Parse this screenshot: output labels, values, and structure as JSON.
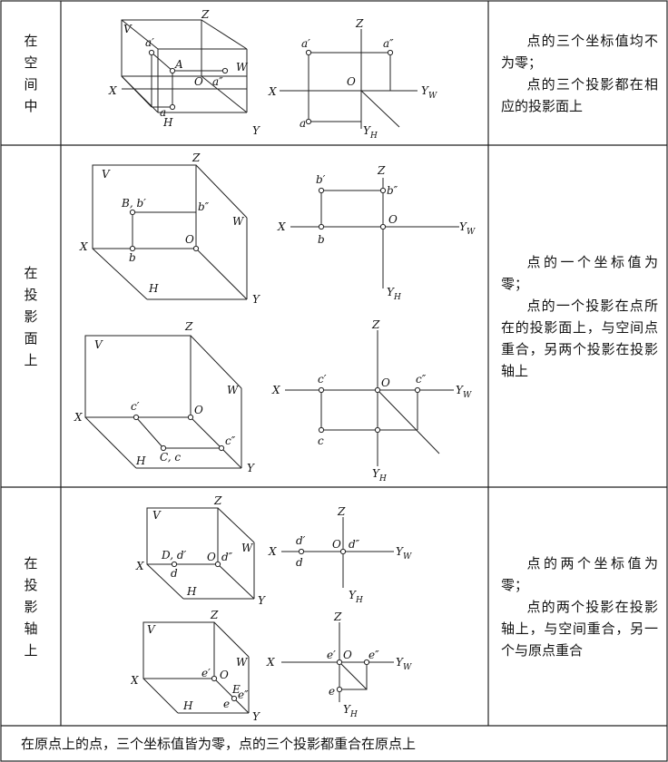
{
  "rows": [
    {
      "category": [
        "在",
        "空",
        "间",
        "中"
      ],
      "description": [
        "点的三个坐标值均不为零；",
        "点的三个投影都在相应的投影面上"
      ],
      "diagrams": [
        {
          "box_labels": {
            "V": "V",
            "Z": "Z",
            "X": "X",
            "Y": "Y",
            "W": "W",
            "H": "H",
            "O": "O"
          },
          "point_labels": {
            "front": "a′",
            "space": "A",
            "side": "a″",
            "top": "a"
          },
          "proj_labels": {
            "Z": "Z",
            "X": "X",
            "O": "O",
            "YW": "Y",
            "YW_sub": "W",
            "YH": "Y",
            "YH_sub": "H",
            "front": "a′",
            "side": "a″",
            "top": "a"
          }
        }
      ]
    },
    {
      "category": [
        "在",
        "投",
        "影",
        "面",
        "上"
      ],
      "description": [
        "点的一个坐标值为零；",
        "点的一个投影在点所在的投影面上，与空间点重合，另两个投影在投影轴上"
      ],
      "diagrams": [
        {
          "box_labels": {
            "V": "V",
            "Z": "Z",
            "X": "X",
            "Y": "Y",
            "W": "W",
            "H": "H",
            "O": "O"
          },
          "point_labels": {
            "front": "B, b′",
            "side": "b″",
            "top": "b"
          },
          "proj_labels": {
            "Z": "Z",
            "X": "X",
            "O": "O",
            "YW": "Y",
            "YW_sub": "W",
            "YH": "Y",
            "YH_sub": "H",
            "front": "b′",
            "side": "b″",
            "top": "b"
          }
        },
        {
          "box_labels": {
            "V": "V",
            "Z": "Z",
            "X": "X",
            "Y": "Y",
            "W": "W",
            "H": "H",
            "O": "O"
          },
          "point_labels": {
            "front": "c′",
            "side": "c″",
            "top": "C, c"
          },
          "proj_labels": {
            "Z": "Z",
            "X": "X",
            "O": "O",
            "YW": "Y",
            "YW_sub": "W",
            "YH": "Y",
            "YH_sub": "H",
            "front": "c′",
            "side": "c″",
            "top": "c"
          }
        }
      ]
    },
    {
      "category": [
        "在",
        "投",
        "影",
        "轴",
        "上"
      ],
      "description": [
        "点的两个坐标值为零；",
        "点的两个投影在投影轴上，与空间重合，另一个与原点重合"
      ],
      "diagrams": [
        {
          "box_labels": {
            "V": "V",
            "Z": "Z",
            "X": "X",
            "Y": "Y",
            "W": "W",
            "H": "H",
            "O": "O"
          },
          "point_labels": {
            "space": "D, d′",
            "top": "d",
            "side": "d″"
          },
          "proj_labels": {
            "Z": "Z",
            "X": "X",
            "O": "O",
            "YW": "Y",
            "YW_sub": "W",
            "YH": "Y",
            "YH_sub": "H",
            "front": "d′",
            "top": "d",
            "side": "d″"
          }
        },
        {
          "box_labels": {
            "V": "V",
            "Z": "Z",
            "X": "X",
            "Y": "Y",
            "W": "W",
            "H": "H",
            "O": "O"
          },
          "point_labels": {
            "front": "e′",
            "space": "E",
            "side": "e″",
            "top": "e"
          },
          "proj_labels": {
            "Z": "Z",
            "X": "X",
            "O": "O",
            "YW": "Y",
            "YW_sub": "W",
            "YH": "Y",
            "YH_sub": "H",
            "front": "e′",
            "side": "e″",
            "top": "e"
          }
        }
      ]
    }
  ],
  "footer": "在原点上的点，三个坐标值皆为零，点的三个投影都重合在原点上"
}
